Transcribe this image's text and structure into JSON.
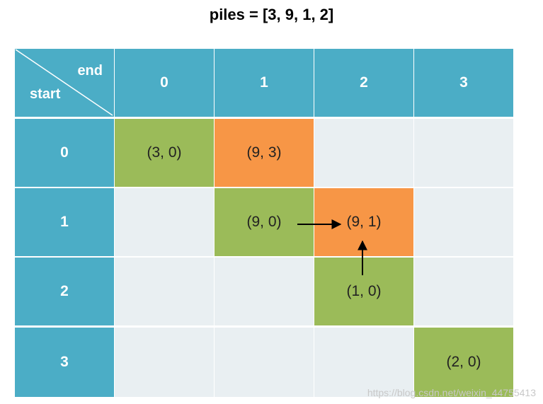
{
  "title": "piles = [3, 9, 1, 2]",
  "corner": {
    "col_label": "end",
    "row_label": "start"
  },
  "col_headers": [
    "0",
    "1",
    "2",
    "3"
  ],
  "row_headers": [
    "0",
    "1",
    "2",
    "3"
  ],
  "cells": [
    [
      "(3, 0)",
      "(9, 3)",
      "",
      ""
    ],
    [
      "",
      "(9, 0)",
      "(9, 1)",
      ""
    ],
    [
      "",
      "",
      "(1, 0)",
      ""
    ],
    [
      "",
      "",
      "",
      "(2, 0)"
    ]
  ],
  "cell_colors": [
    [
      "green",
      "orange",
      "empty",
      "empty"
    ],
    [
      "empty",
      "green",
      "orange",
      "empty"
    ],
    [
      "empty",
      "empty",
      "green",
      "empty"
    ],
    [
      "empty",
      "empty",
      "empty",
      "green"
    ]
  ],
  "colors": {
    "header": "#4badc6",
    "green": "#9bbb59",
    "orange": "#f79646",
    "empty": "#e9eff2",
    "arrow": "#000000"
  },
  "arrows": [
    {
      "from": [
        1,
        1
      ],
      "to": [
        1,
        2
      ]
    },
    {
      "from": [
        2,
        2
      ],
      "to": [
        1,
        2
      ]
    }
  ],
  "watermark": "https://blog.csdn.net/weixin_44755413"
}
